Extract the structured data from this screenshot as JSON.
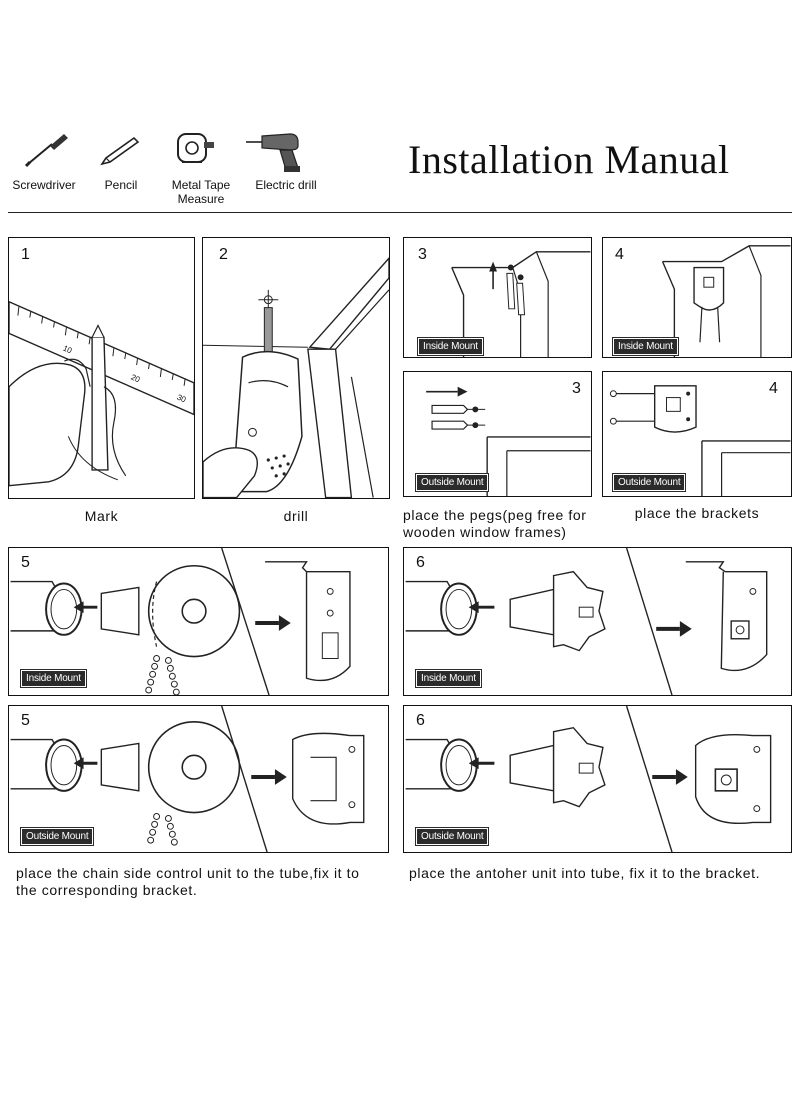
{
  "header": {
    "title": "Installation Manual",
    "tools": [
      {
        "label": "Screwdriver",
        "icon": "screwdriver-icon"
      },
      {
        "label": "Pencil",
        "icon": "pencil-icon"
      },
      {
        "label": "Metal Tape\nMeasure",
        "icon": "tape-measure-icon"
      },
      {
        "label": "Electric drill",
        "icon": "electric-drill-icon"
      }
    ]
  },
  "steps": {
    "s1": {
      "num": "1",
      "caption": "Mark"
    },
    "s2": {
      "num": "2",
      "caption": "drill"
    },
    "s3_inside": {
      "num": "3",
      "badge": "Inside Mount"
    },
    "s4_inside": {
      "num": "4",
      "badge": "Inside Mount"
    },
    "s3_outside": {
      "num": "3",
      "badge": "Outside Mount"
    },
    "s4_outside": {
      "num": "4",
      "badge": "Outside Mount"
    },
    "pegs_caption": "place the pegs(peg free for\nwooden window frames)",
    "brackets_caption": "place the brackets",
    "s5_inside": {
      "num": "5",
      "badge": "Inside Mount"
    },
    "s6_inside": {
      "num": "6",
      "badge": "Inside Mount"
    },
    "s5_outside": {
      "num": "5",
      "badge": "Outside Mount"
    },
    "s6_outside": {
      "num": "6",
      "badge": "Outside Mount"
    },
    "chain_caption": "place the chain side control unit to the tube,fix it to\nthe corresponding bracket.",
    "other_caption": "place the antoher  unit  into tube, fix it to the bracket."
  },
  "ruler_numbers": [
    "10",
    "20",
    "30"
  ]
}
